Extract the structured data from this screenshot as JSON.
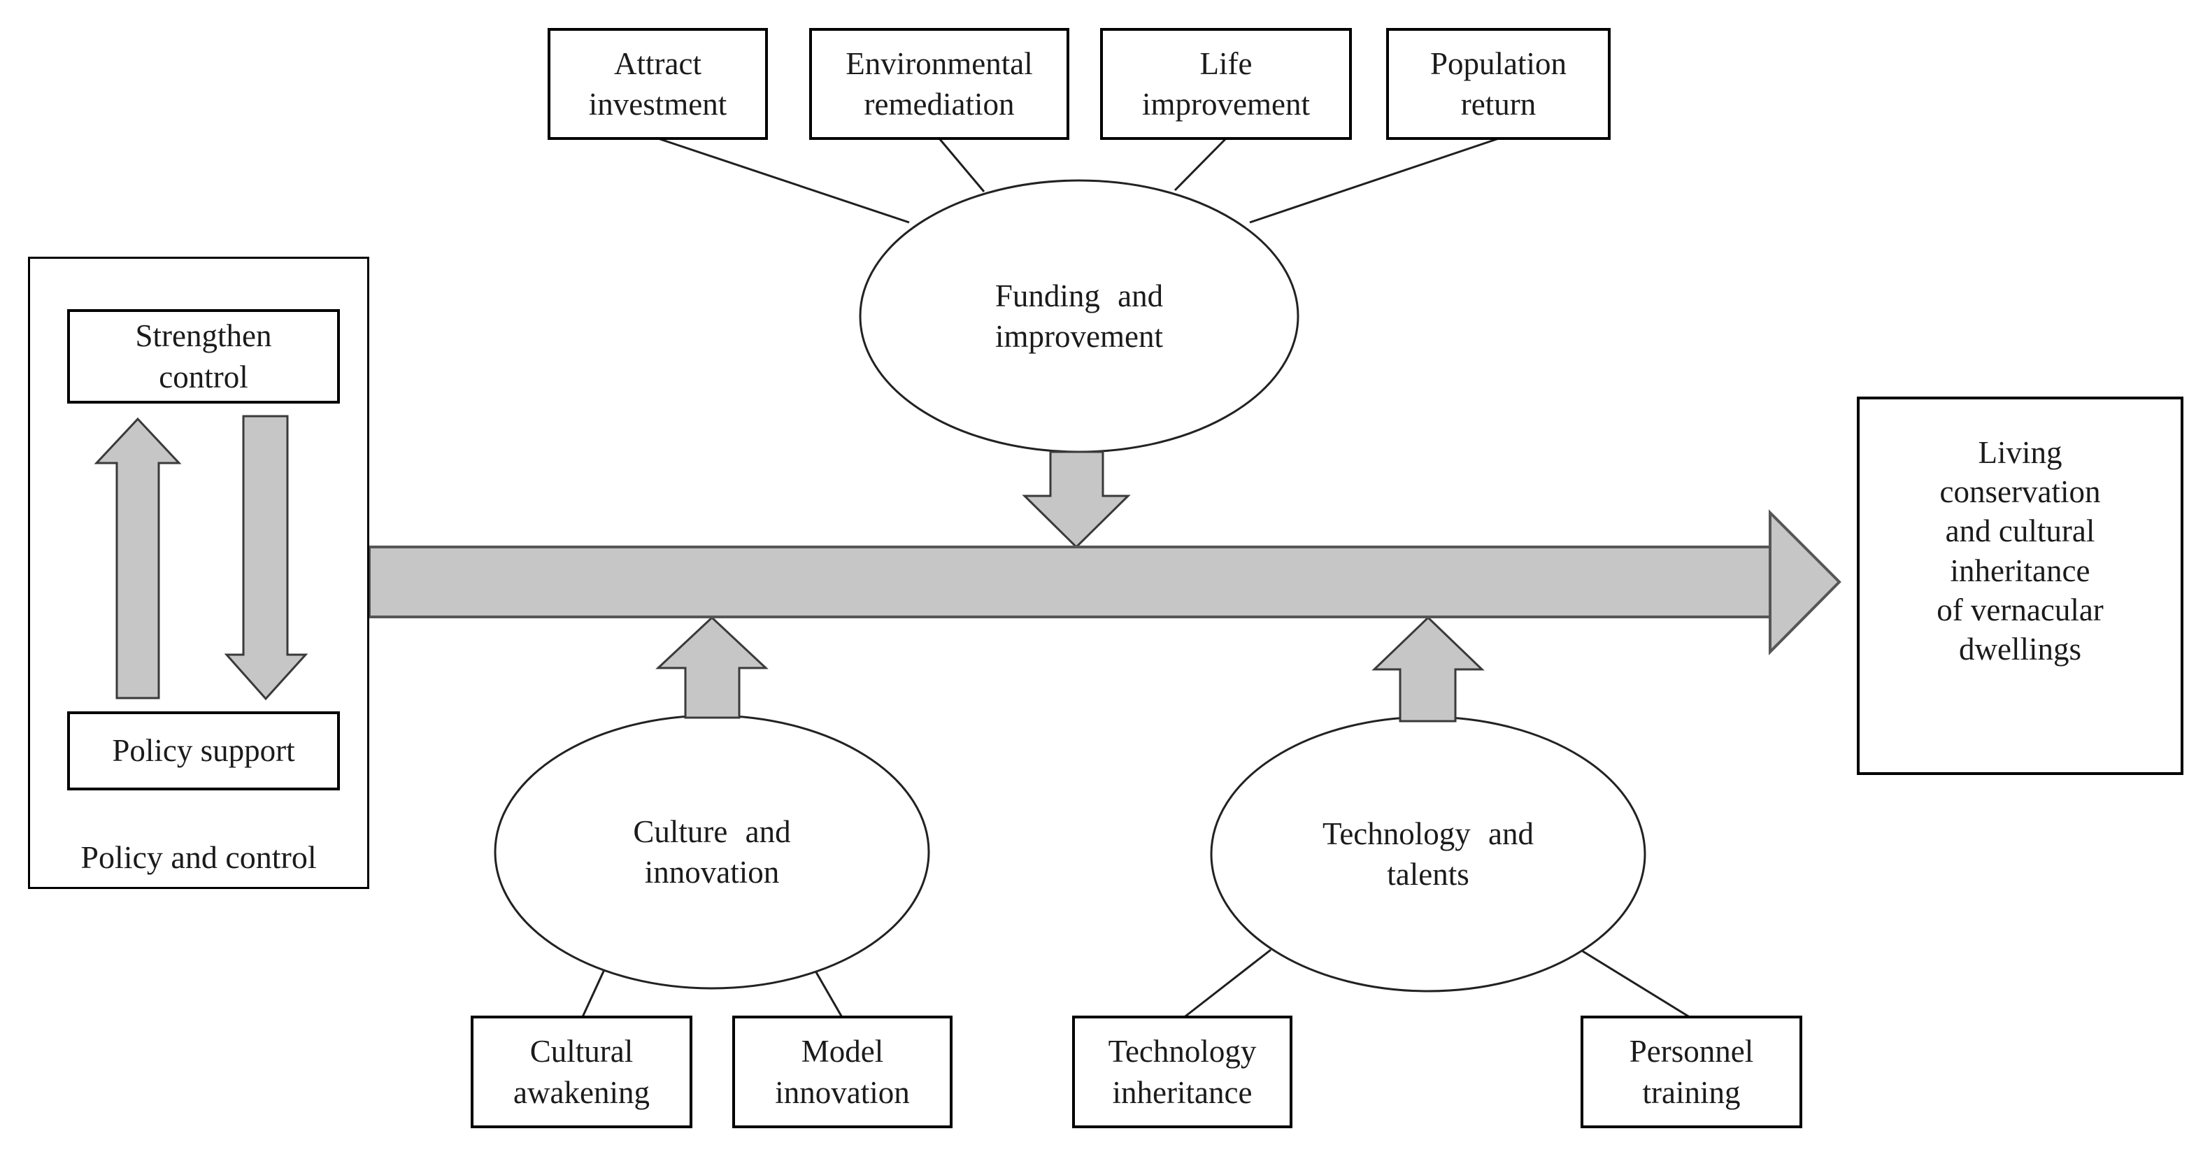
{
  "palette": {
    "background": "#ffffff",
    "shape_fill": "#c6c6c6",
    "shape_stroke": "#4a4a4a",
    "bar_stroke": "#565656",
    "box_border": "#000000",
    "connector_color": "#1f1f1f",
    "text_color": "#1b1b1b"
  },
  "diagram": {
    "top_boxes": [
      {
        "label": "Attract\ninvestment"
      },
      {
        "label": "Environmental\nremediation"
      },
      {
        "label": "Life\nimprovement"
      },
      {
        "label": "Population\nreturn"
      }
    ],
    "funding_ellipse": {
      "label": "Funding and\nimprovement"
    },
    "policy_group": {
      "strengthen_box": "Strengthen\ncontrol",
      "support_box": "Policy support",
      "caption": "Policy and control"
    },
    "culture_ellipse": {
      "label": "Culture and\ninnovation"
    },
    "technology_ellipse": {
      "label": "Technology and\ntalents"
    },
    "bottom_boxes": [
      {
        "label": "Cultural\nawakening"
      },
      {
        "label": "Model\ninnovation"
      },
      {
        "label": "Technology\ninheritance"
      },
      {
        "label": "Personnel\ntraining"
      }
    ],
    "outcome_box": {
      "label": "Living\nconservation\nand cultural\ninheritance\nof vernacular\ndwellings"
    }
  }
}
